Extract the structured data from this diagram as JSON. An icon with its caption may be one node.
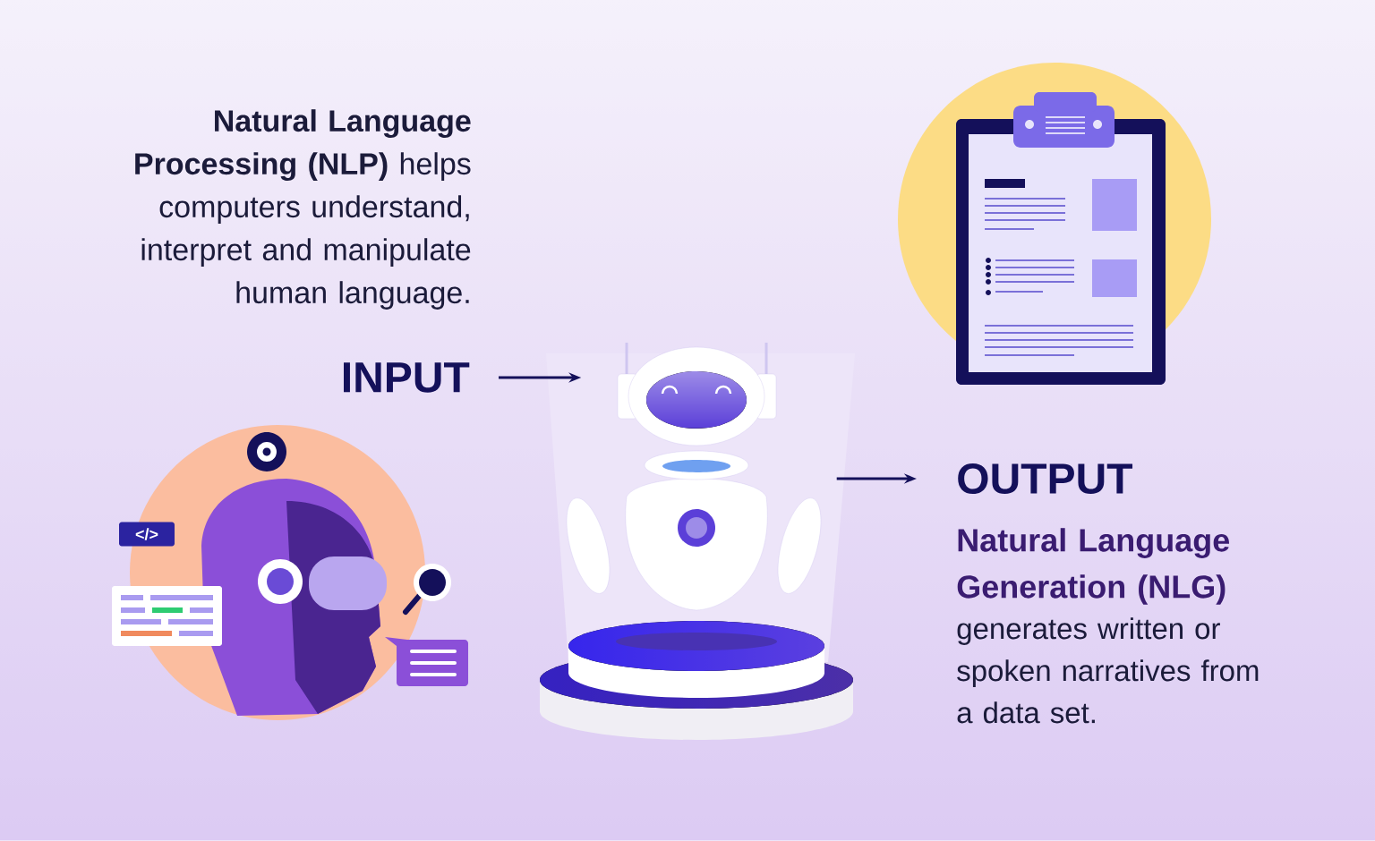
{
  "diagram": {
    "nodes": [
      {
        "text": [
          "INPUT"
        ]
      },
      {
        "text": [],
        "shape": "picture"
      },
      {
        "text": [
          "OUTPUT"
        ]
      }
    ],
    "edges": [
      {
        "from": 0,
        "to": 1,
        "arrow": "to"
      },
      {
        "from": 1,
        "to": 2,
        "arrow": "to"
      }
    ],
    "labels": [
      "**Natural Language Processing (NLP)** helps computers understand, interpret and manipulate human language.",
      "</>",
      "Natural Language Generation (NLG)",
      "generates written or spoken narratives from a data set."
    ]
  }
}
